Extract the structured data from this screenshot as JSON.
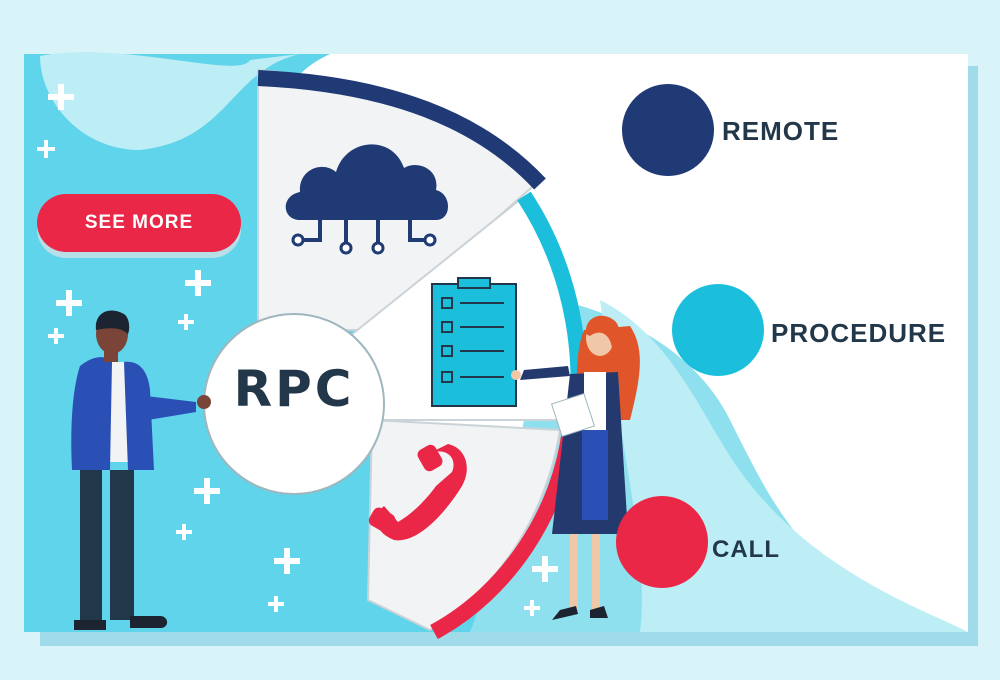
{
  "cta": {
    "label": "SEE MORE"
  },
  "diagram": {
    "acronym": "RPC",
    "terms": [
      {
        "word": "REMOTE",
        "color": "#1f3a75",
        "icon": "cloud-network-icon"
      },
      {
        "word": "PROCEDURE",
        "color": "#1bbfdc",
        "icon": "checklist-icon"
      },
      {
        "word": "CALL",
        "color": "#ea2746",
        "icon": "phone-icon"
      }
    ]
  },
  "palette": {
    "navy": "#1f3a75",
    "cyan": "#1bbfdc",
    "red": "#ea2746",
    "pale": "#bdeef6",
    "text": "#22384a"
  }
}
